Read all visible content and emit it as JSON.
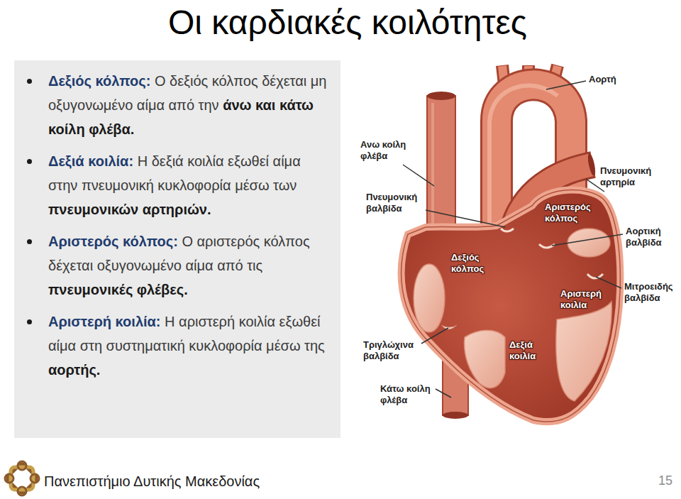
{
  "diagram": {
    "title": "Οι καρδιακές κοιλότητες",
    "nodes": [
      {
        "text": [
          "Δεξιός κόλπος: Ο δεξιός κόλπος δέχεται μη οξυγονωμένο αίμα από την άνω και κάτω κοίλη φλέβα.",
          "Δεξιά κοιλία: Η δεξιά κοιλία εξωθεί αίμα στην πνευμονική κυκλοφορία μέσω των πνευμονικών αρτηριών.",
          "Αριστερός κόλπος: Ο αριστερός κόλπος δέχεται οξυγονωμένο αίμα από τις πνευμονικές φλέβες.",
          "Αριστερή κοιλία: Η αριστερή κοιλία εξωθεί αίμα στη συστηματική κυκλοφορία μέσω της αορτής."
        ]
      }
    ],
    "labels": [
      "Αορτή",
      "Ανω κοίλη φλέβα",
      "Πνευμονική αρτηρία",
      "Πνευμονική βαλβίδα",
      "Αριστερός κόλπος",
      "Αορτική βαλβίδα",
      "Δεξιός κόλπος",
      "Μιτροειδής βαλβίδα",
      "Αριστερή κοιλία",
      "Τριγλώχινα βαλβίδα",
      "Δεξιά κοιλία",
      "Κάτω κοίλη φλέβα",
      "Πανεπιστήμιο Δυτικής Μακεδονίας",
      "15"
    ]
  }
}
